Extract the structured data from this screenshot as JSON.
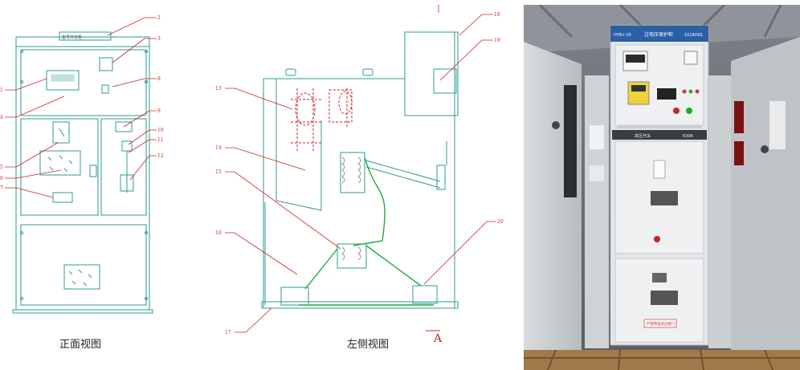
{
  "captions": {
    "front": "正面视图",
    "side": "左侧视图",
    "section": "A"
  },
  "nameplate": "型号开关柜",
  "callouts_front": [
    "2",
    "3",
    "1",
    "8",
    "4",
    "9",
    "10",
    "11",
    "5",
    "12",
    "6",
    "7"
  ],
  "callouts_side": [
    "18",
    "19",
    "13",
    "14",
    "15",
    "16",
    "20",
    "17"
  ],
  "photo": {
    "header_left": "HYB-I-10",
    "header_title": "过电压保护柜",
    "header_right": "101AH01",
    "middle_label": "高压开关",
    "middle_right": "630A",
    "warning": "严禁带电开启柜门"
  },
  "colors": {
    "line": "#2a9d8f",
    "callout": "#cc2222",
    "ground": "#22aa44",
    "cabinet": "#e4e7ea",
    "header": "#2d5fa6"
  }
}
